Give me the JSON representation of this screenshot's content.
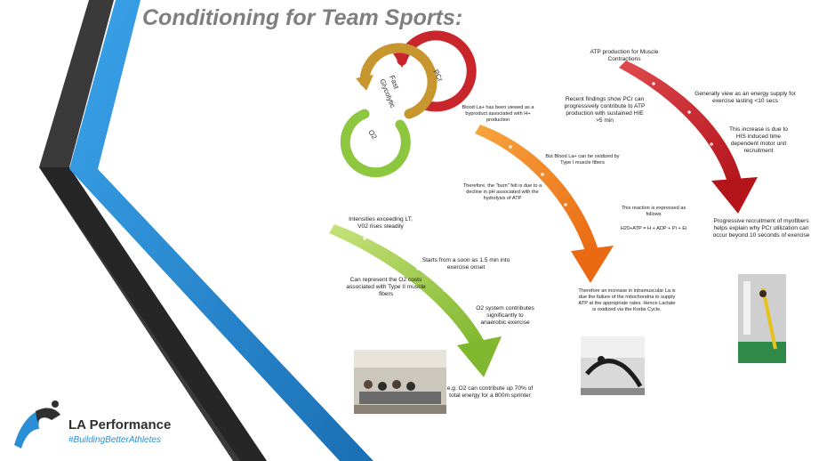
{
  "title": "Conditioning for Team Sports:",
  "cycle": {
    "pcr_label": "PCr",
    "fast_label_1": "Fast",
    "fast_label_2": "Glycolytic",
    "o2_label": "O2"
  },
  "pcr_arrow": {
    "color": "#c9262c",
    "captions": [
      [
        "ATP production for Muscle",
        "Contractions"
      ],
      [
        "Recent findings show PCr can",
        "progressively contribute to ATP",
        "production with sustained HIE",
        ">5 min"
      ],
      [
        "Generally view as an energy supply for",
        "exercise lasting <10 secs"
      ],
      [
        "This increase is due to",
        "HIS induced time",
        "dependent motor unit",
        "recruitment"
      ],
      [
        "Progressive recruitment of myofibers",
        "helps explain why PCr utilization can",
        "occur beyond 10 seconds of exercise"
      ]
    ]
  },
  "glycolytic_arrow": {
    "color": "#ee7b1f",
    "captions": [
      [
        "Blood La+ has been viewed as a",
        "byproduct associated with H+",
        "production"
      ],
      [
        "But Blood La+ can be oxidized by",
        "Type I muscle fibers"
      ],
      [
        "Therefore, the \"burn\" felt is due to a",
        "decline in pH associated with the",
        "hydrolysis of ATP"
      ],
      [
        "This reaction is expressed as",
        "follows"
      ],
      [
        "H20+ATP = H + ADP + Pi + Ei"
      ],
      [
        "Therefore an increase in intramuscular La is",
        "due the failure of the mitochondria to supply",
        "ATP at the appropriate rates. Hence Lactate",
        "is oxidized via the Krebs Cycle."
      ]
    ]
  },
  "o2_arrow": {
    "color": "#8dc63f",
    "captions": [
      [
        "Intensities exceeding LT,",
        "V02 rises steadily"
      ],
      [
        "Starts from a soon as 1.5 min into",
        "exercise onset"
      ],
      [
        "Can represent the O2 costs",
        "associated with Type II muscle",
        "fibers"
      ],
      [
        "O2 system contributes",
        "significantly to",
        "anaerobic exercise"
      ],
      [
        "e.g. O2 can contribute up 70% of",
        "total energy for a 800m sprinter"
      ]
    ]
  },
  "brand": {
    "name": "LA Performance",
    "tagline": "#BuildingBetterAthletes"
  },
  "colors": {
    "dark_stripe": "#3a3a3a",
    "blue_stripe": "#2b8fd6",
    "pcr": "#c9262c",
    "fast": "#c8962f",
    "o2": "#8dc63f"
  }
}
